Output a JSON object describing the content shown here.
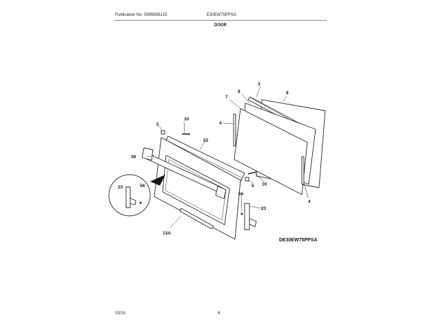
{
  "header": {
    "publication": "Publication No: 5995659215",
    "model": "E30EW75PPSA",
    "section": "DOOR"
  },
  "callouts": {
    "c3": "3",
    "c9": "9",
    "c8": "8",
    "c7": "7",
    "c4a": "4",
    "c4b": "4",
    "c5a": "5",
    "c5b": "5",
    "c10a": "10",
    "c10b": "10",
    "c52": "52",
    "c39": "39",
    "c23a": "23",
    "c23b": "23",
    "c56a": "56",
    "c56b": "56",
    "c13a": "13A"
  },
  "diagram_code": "DE30EW75PPSA",
  "footer": {
    "date": "03/15",
    "page": "6"
  }
}
